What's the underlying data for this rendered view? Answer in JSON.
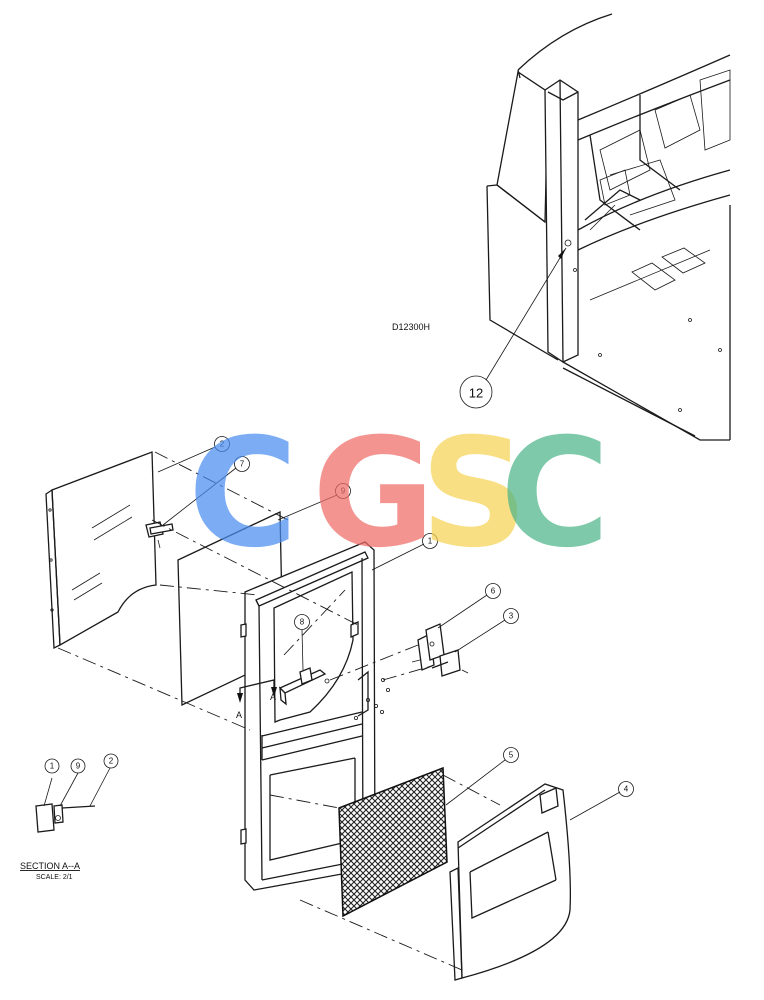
{
  "drawing_number": "D12300H",
  "callouts": {
    "c1": "1",
    "c2": "2",
    "c3": "3",
    "c4": "4",
    "c5": "5",
    "c6": "6",
    "c7": "7",
    "c8": "8",
    "c9": "9",
    "c12": "12",
    "detail_1": "1",
    "detail_9": "9",
    "detail_2": "2"
  },
  "section_marks": {
    "left": "A",
    "right": "A"
  },
  "section": {
    "title": "SECTION  A--A",
    "scale": "SCALE: 2/1"
  },
  "watermark": {
    "letters": [
      "C",
      "G",
      "S",
      "C"
    ],
    "colors": [
      "#4a8ef0",
      "#ef6b66",
      "#f7d455",
      "#4db588"
    ]
  }
}
